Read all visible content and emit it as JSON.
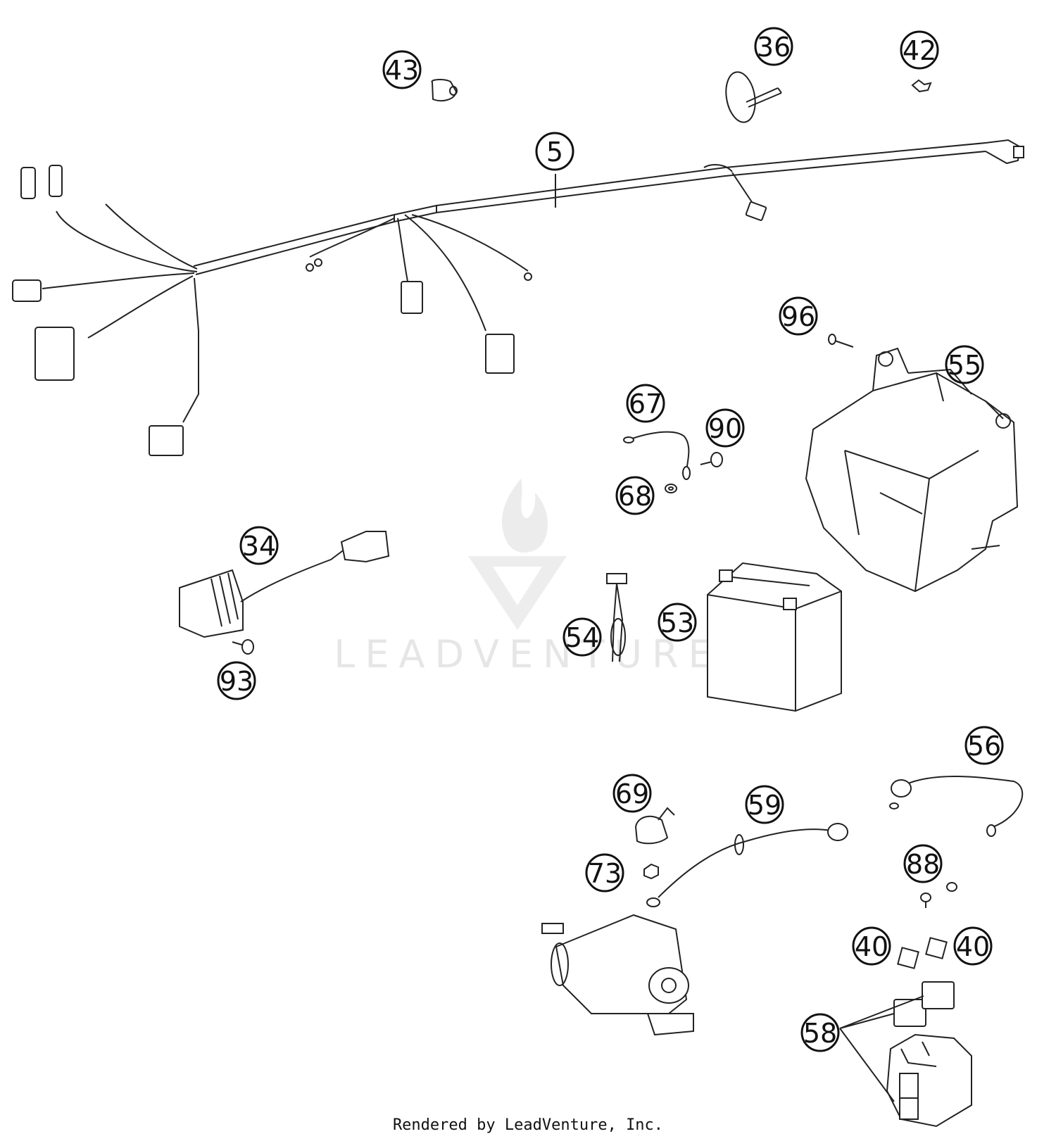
{
  "footer": {
    "text": "Rendered by LeadVenture, Inc."
  },
  "watermark": {
    "text": "LEADVENTURE",
    "color": "#e6e6e6"
  },
  "callouts": [
    {
      "id": "c43",
      "label": "43"
    },
    {
      "id": "c36",
      "label": "36"
    },
    {
      "id": "c42",
      "label": "42"
    },
    {
      "id": "c5",
      "label": "5"
    },
    {
      "id": "c96",
      "label": "96"
    },
    {
      "id": "c55",
      "label": "55"
    },
    {
      "id": "c67",
      "label": "67"
    },
    {
      "id": "c90",
      "label": "90"
    },
    {
      "id": "c68",
      "label": "68"
    },
    {
      "id": "c34",
      "label": "34"
    },
    {
      "id": "c54",
      "label": "54"
    },
    {
      "id": "c53",
      "label": "53"
    },
    {
      "id": "c93",
      "label": "93"
    },
    {
      "id": "c56",
      "label": "56"
    },
    {
      "id": "c69",
      "label": "69"
    },
    {
      "id": "c59",
      "label": "59"
    },
    {
      "id": "c73",
      "label": "73"
    },
    {
      "id": "c88",
      "label": "88"
    },
    {
      "id": "c40a",
      "label": "40"
    },
    {
      "id": "c40b",
      "label": "40"
    },
    {
      "id": "c58",
      "label": "58"
    }
  ]
}
